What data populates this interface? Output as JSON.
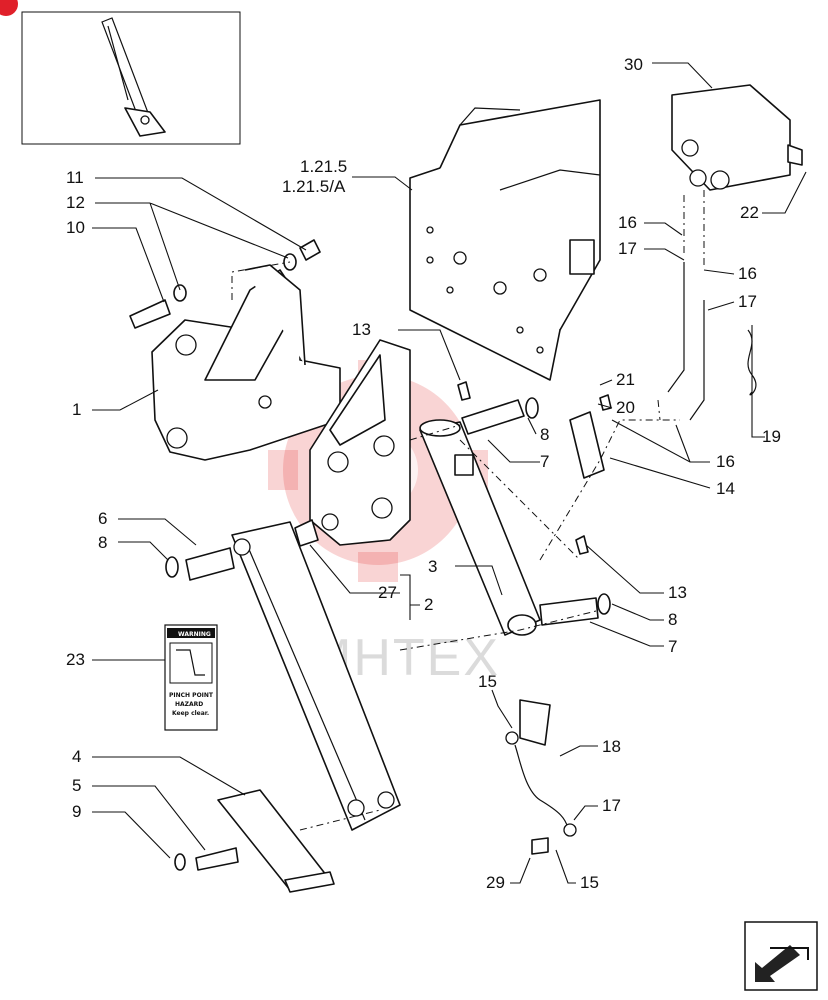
{
  "corner_badge": {
    "color": "#e0202a",
    "icon": "badge-icon"
  },
  "watermark": {
    "text": "MHTEX",
    "color": "#e23b3b"
  },
  "callouts": [
    {
      "id": "c30",
      "text": "30"
    },
    {
      "id": "c1215",
      "text": "1.21.5"
    },
    {
      "id": "c1215a",
      "text": "1.21.5/A"
    },
    {
      "id": "c11",
      "text": "11"
    },
    {
      "id": "c12",
      "text": "12"
    },
    {
      "id": "c10",
      "text": "10"
    },
    {
      "id": "c22",
      "text": "22"
    },
    {
      "id": "c16a",
      "text": "16"
    },
    {
      "id": "c17a",
      "text": "17"
    },
    {
      "id": "c16b",
      "text": "16"
    },
    {
      "id": "c17b",
      "text": "17"
    },
    {
      "id": "c13a",
      "text": "13"
    },
    {
      "id": "c1",
      "text": "1"
    },
    {
      "id": "c21",
      "text": "21"
    },
    {
      "id": "c20",
      "text": "20"
    },
    {
      "id": "c8a",
      "text": "8"
    },
    {
      "id": "c19",
      "text": "19"
    },
    {
      "id": "c7a",
      "text": "7"
    },
    {
      "id": "c16c",
      "text": "16"
    },
    {
      "id": "c14",
      "text": "14"
    },
    {
      "id": "c6",
      "text": "6"
    },
    {
      "id": "c8b",
      "text": "8"
    },
    {
      "id": "c3",
      "text": "3"
    },
    {
      "id": "c13b",
      "text": "13"
    },
    {
      "id": "c27",
      "text": "27"
    },
    {
      "id": "c2",
      "text": "2"
    },
    {
      "id": "c8c",
      "text": "8"
    },
    {
      "id": "c7b",
      "text": "7"
    },
    {
      "id": "c23",
      "text": "23"
    },
    {
      "id": "c15a",
      "text": "15"
    },
    {
      "id": "c4",
      "text": "4"
    },
    {
      "id": "c18",
      "text": "18"
    },
    {
      "id": "c5",
      "text": "5"
    },
    {
      "id": "c17c",
      "text": "17"
    },
    {
      "id": "c9",
      "text": "9"
    },
    {
      "id": "c29",
      "text": "29"
    },
    {
      "id": "c15b",
      "text": "15"
    }
  ],
  "warning_decal": {
    "header": "WARNING",
    "line1": "PINCH POINT",
    "line2": "HAZARD",
    "line3": "Keep clear."
  },
  "nav": {
    "icon": "next-page-arrow-icon"
  }
}
